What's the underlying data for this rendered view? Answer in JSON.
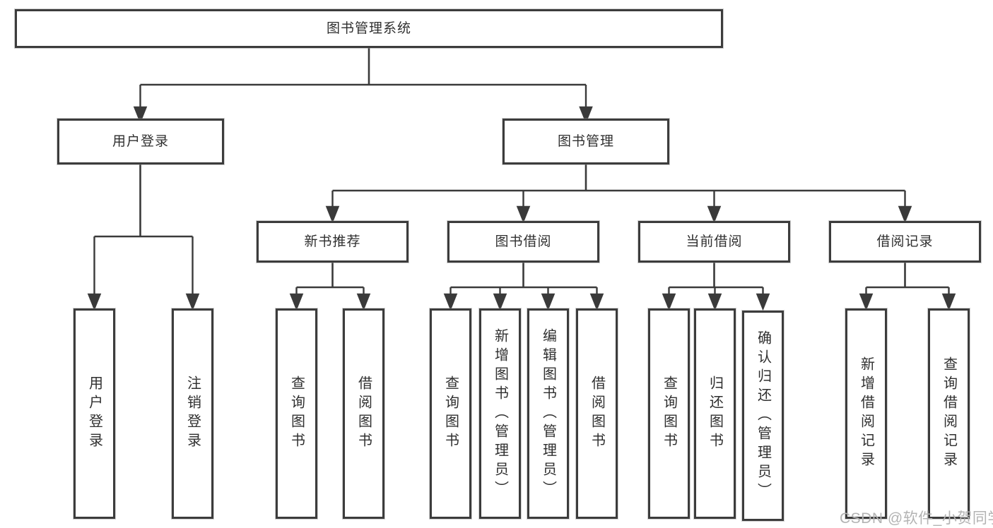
{
  "tree": {
    "root": "图书管理系统",
    "branches": [
      {
        "label": "用户登录",
        "children": [
          "用户登录",
          "注销登录"
        ]
      },
      {
        "label": "图书管理",
        "sections": [
          {
            "label": "新书推荐",
            "children": [
              "查询图书",
              "借阅图书"
            ]
          },
          {
            "label": "图书借阅",
            "children": [
              "查询图书",
              "新增图书（管理员）",
              "编辑图书（管理员）",
              "借阅图书"
            ]
          },
          {
            "label": "当前借阅",
            "children": [
              "查询图书",
              "归还图书",
              "确认归还（管理员）"
            ]
          },
          {
            "label": "借阅记录",
            "children": [
              "新增借阅记录",
              "查询借阅记录"
            ]
          }
        ]
      }
    ]
  },
  "watermark": {
    "text": "CSDN @软件_小贺同学"
  },
  "colors": {
    "line": "#3a3a3a",
    "box_border": "#3c3c3c",
    "box_fill": "#ffffff",
    "text": "#2f2f2f",
    "watermark": "#b3b3b3"
  }
}
